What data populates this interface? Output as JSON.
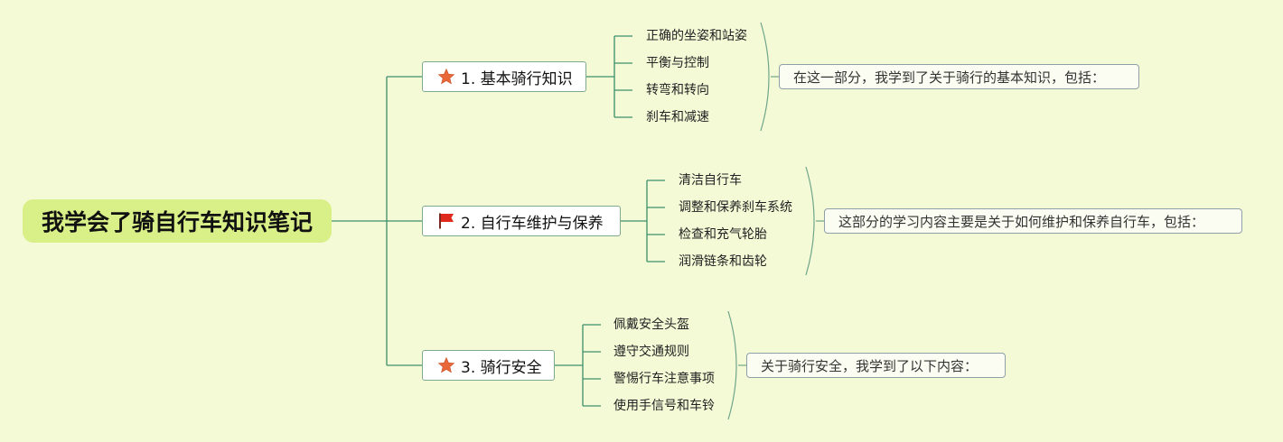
{
  "root": {
    "title": "我学会了骑自行车知识笔记"
  },
  "branches": [
    {
      "label": "1. 基本骑行知识",
      "icon": "star-icon",
      "icon_color": "#e8683a",
      "leaves": [
        "正确的坐姿和站姿",
        "平衡与控制",
        "转弯和转向",
        "刹车和减速"
      ],
      "summary": "在这一部分，我学到了关于骑行的基本知识，包括："
    },
    {
      "label": "2. 自行车维护与保养",
      "icon": "flag-icon",
      "icon_color": "#e02a1e",
      "leaves": [
        "清洁自行车",
        "调整和保养刹车系统",
        "检查和充气轮胎",
        "润滑链条和齿轮"
      ],
      "summary": "这部分的学习内容主要是关于如何维护和保养自行车，包括："
    },
    {
      "label": "3. 骑行安全",
      "icon": "star-icon",
      "icon_color": "#e8683a",
      "leaves": [
        "佩戴安全头盔",
        "遵守交通规则",
        "警惕行车注意事项",
        "使用手信号和车铃"
      ],
      "summary": "关于骑行安全，我学到了以下内容："
    }
  ],
  "colors": {
    "background": "#f4fad6",
    "root_fill": "#d9ef87",
    "connector": "#3d8f6b"
  }
}
